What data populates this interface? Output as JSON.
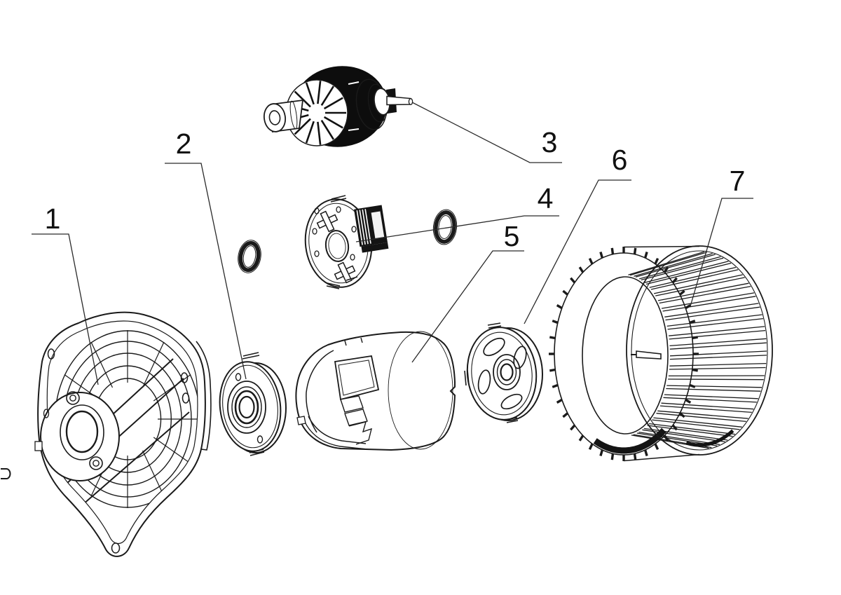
{
  "diagram": {
    "colors": {
      "background": "#ffffff",
      "line": "#1a1a1a"
    },
    "callouts": [
      {
        "number": "1"
      },
      {
        "number": "2"
      },
      {
        "number": "3"
      },
      {
        "number": "4"
      },
      {
        "number": "5"
      },
      {
        "number": "6"
      },
      {
        "number": "7"
      }
    ]
  }
}
